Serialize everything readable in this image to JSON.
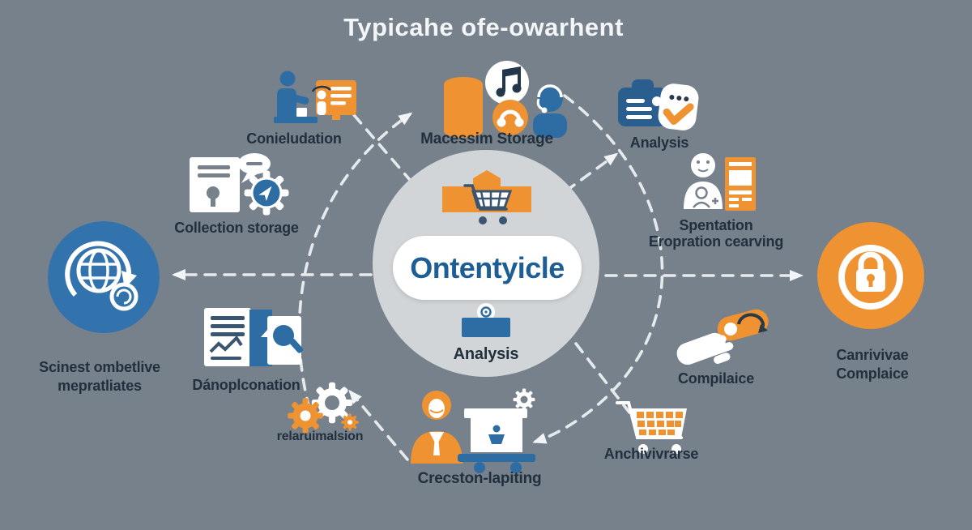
{
  "title": "Typicahe ofe-owarhent",
  "center": {
    "label": "Ontentyicle",
    "sub_label": "Analysis",
    "icon_top": "shopping-cart-banner-icon",
    "icon_bottom": "camera-bar-icon"
  },
  "nodes": {
    "conieludation": {
      "label": "Conieludation",
      "icon": "person-presentation-icon"
    },
    "collection_storage": {
      "label": "Collection storage",
      "icon": "document-gear-chat-icon"
    },
    "macessim_storage": {
      "label": "Macessim Storage",
      "icon": "database-music-headset-icon"
    },
    "analysis_top": {
      "label": "Analysis",
      "icon": "folder-checkmark-icon"
    },
    "spentation": {
      "label1": "Spentation",
      "label2": "Eropration cearving",
      "icon": "person-phone-icon"
    },
    "privacy": {
      "label1": "Canrivivae",
      "label2": "Complaice",
      "icon": "lock-circle-icon"
    },
    "compilace": {
      "label": "Compilaice",
      "icon": "handshake-icon"
    },
    "anchivivrarse": {
      "label": "Anchivivrarse",
      "icon": "shopping-cart-icon"
    },
    "crecston": {
      "label": "Crecston-lapiting",
      "icon": "presenter-podium-icon"
    },
    "relaruimalsion": {
      "label": "relaruimalsion",
      "icon": "gears-icon"
    },
    "danoplconation": {
      "label": "Dánoplconation",
      "icon": "document-magnifier-icon"
    },
    "globe": {
      "label1": "Scinest ombetlive",
      "label2": "mepratliates",
      "icon": "globe-sync-icon"
    }
  },
  "colors": {
    "background": "#76818C",
    "accent_orange": "#EF9231",
    "primary_blue": "#2E6DA4",
    "deep_blue": "#2A5E8F",
    "big_circle_blue": "#3373AD",
    "center_circle_gray": "#D2D5D7",
    "label_navy": "#22303E",
    "pill_text_blue": "#1D5E95",
    "dash_line": "#E6EAEC"
  }
}
